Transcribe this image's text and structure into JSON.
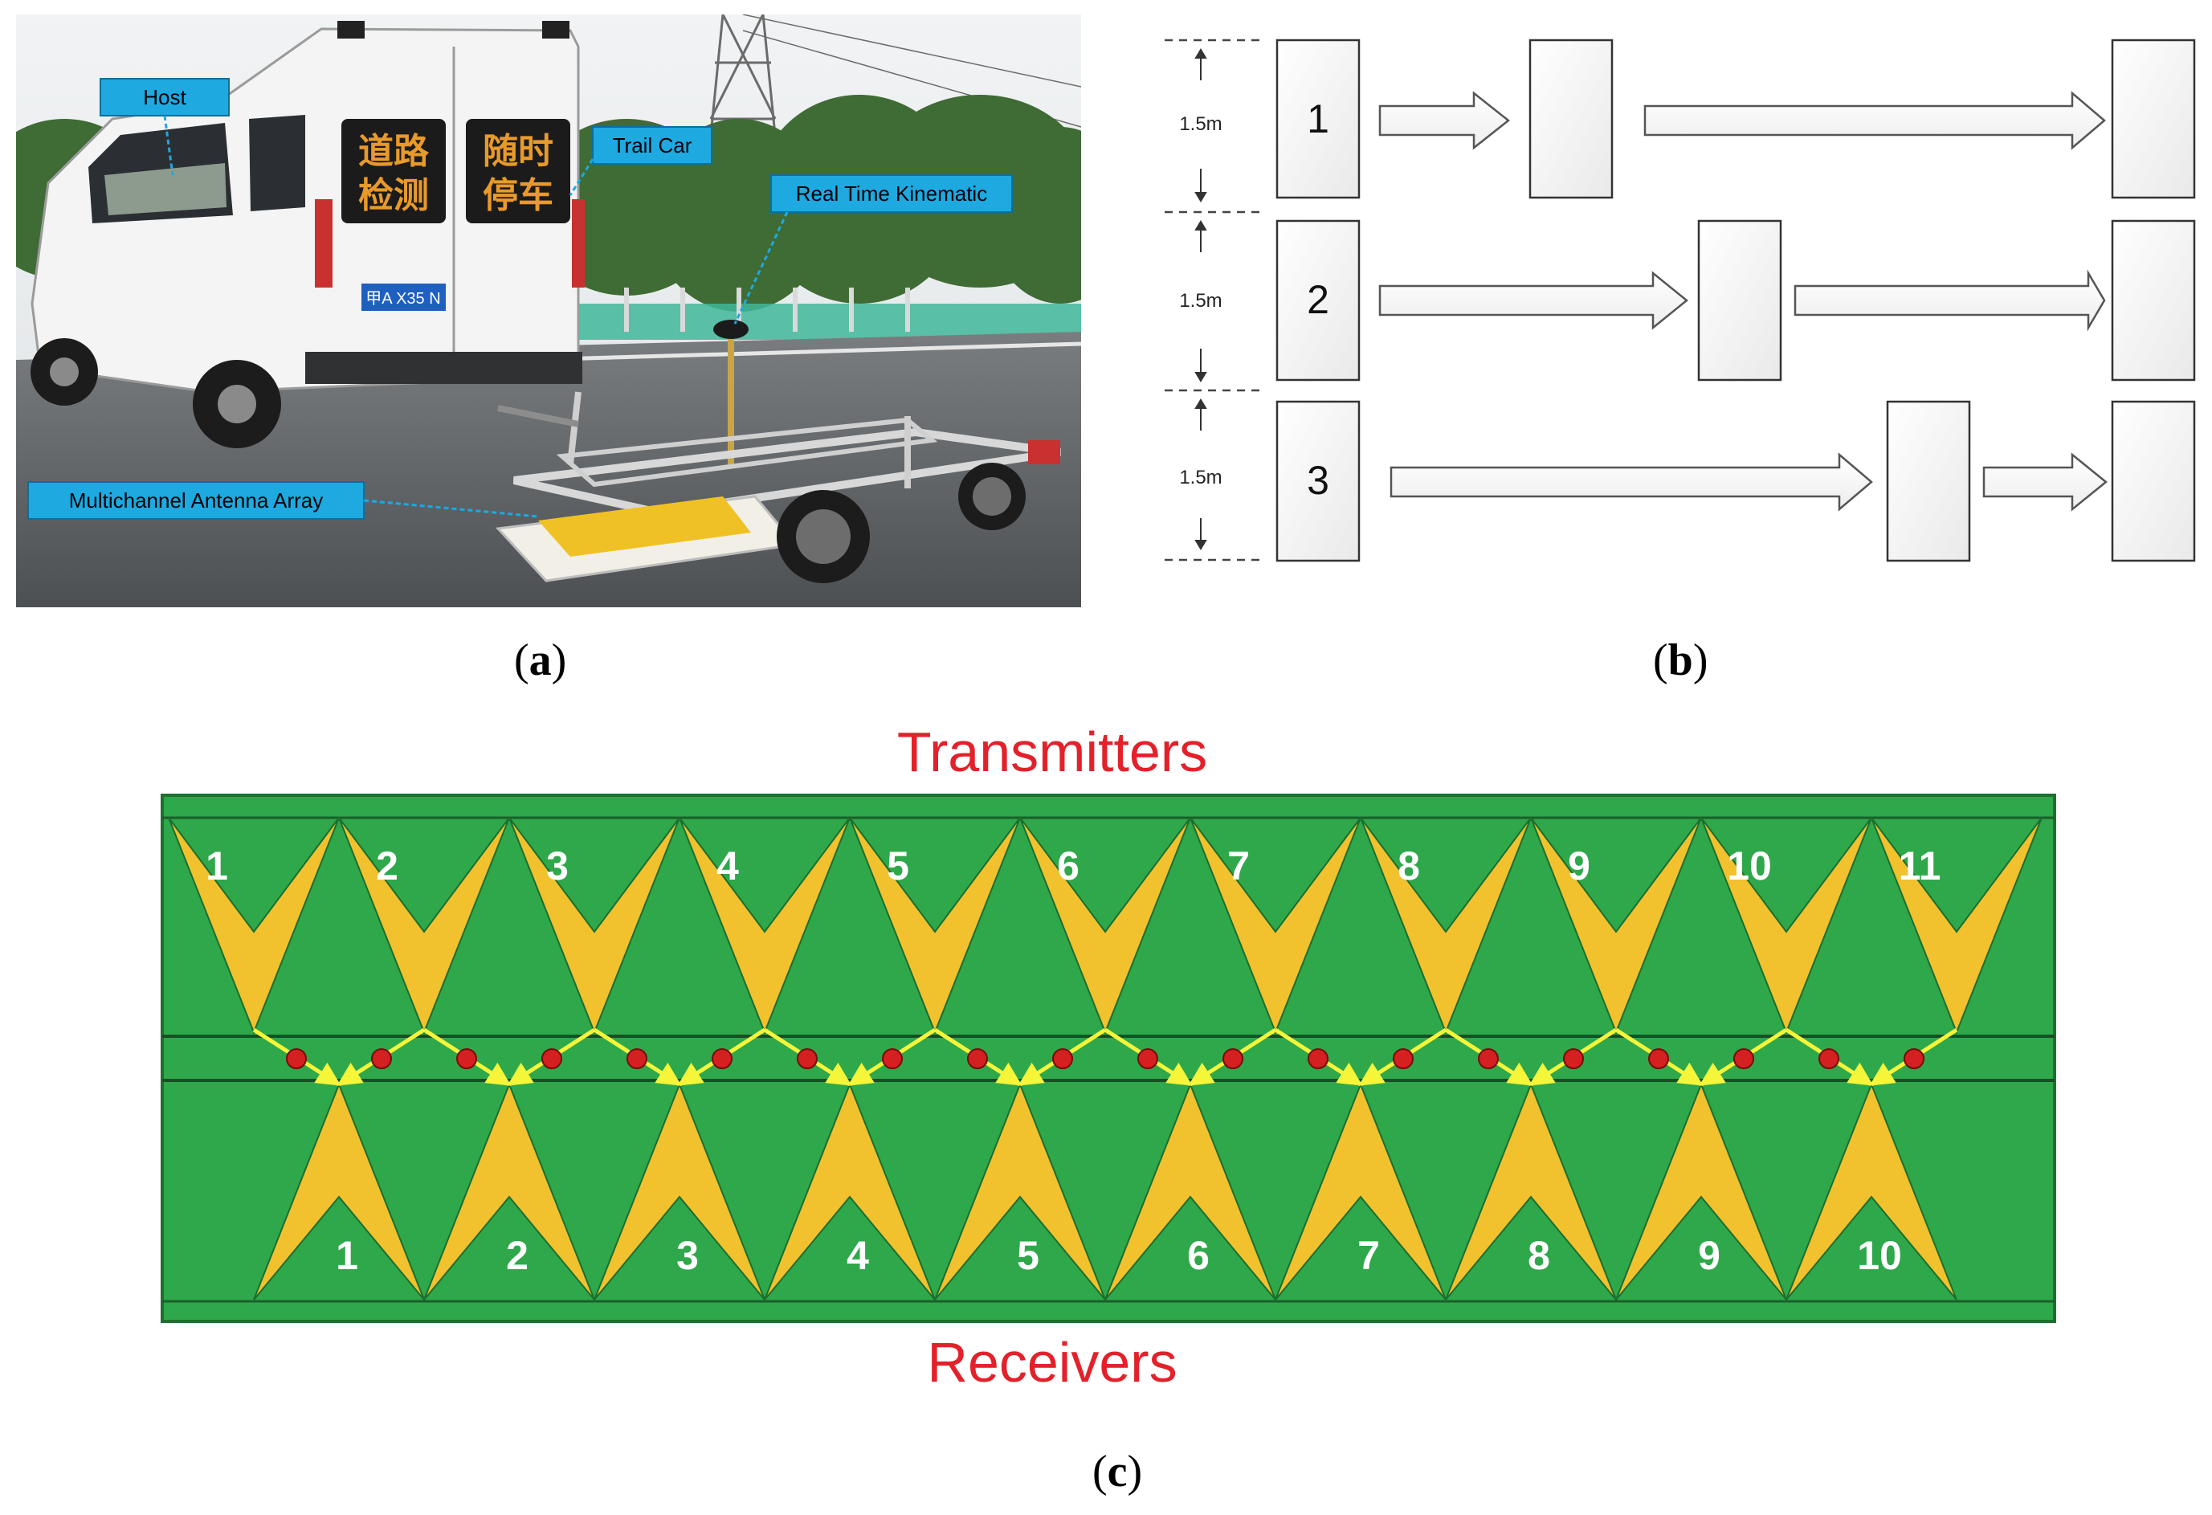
{
  "panel_a": {
    "label_letter": "a",
    "callouts": {
      "host": "Host",
      "trail_car": "Trail Car",
      "rtk": "Real Time Kinematic",
      "antenna": "Multichannel Antenna Array"
    },
    "van_sign_left": [
      "道路",
      "检测"
    ],
    "van_sign_right": [
      "随时",
      "停车"
    ],
    "van_plate": "甲A X35 N",
    "colors": {
      "callout_bg": "#1ea9e1",
      "sky": "#e9ecef",
      "road": "#5b5e61",
      "sign_text": "#e89a2a"
    }
  },
  "panel_b": {
    "label_letter": "b",
    "rows": [
      {
        "number": "1",
        "spacing": "1.5m"
      },
      {
        "number": "2",
        "spacing": "1.5m"
      },
      {
        "number": "3",
        "spacing": "1.5m"
      }
    ]
  },
  "panel_c": {
    "label_letter": "c",
    "title_top": "Transmitters",
    "title_bottom": "Receivers",
    "transmitters": [
      "1",
      "2",
      "3",
      "4",
      "5",
      "6",
      "7",
      "8",
      "9",
      "10",
      "11"
    ],
    "receivers": [
      "1",
      "2",
      "3",
      "4",
      "5",
      "6",
      "7",
      "8",
      "9",
      "10"
    ],
    "colors": {
      "board": "#2ea84a",
      "antenna": "#f2c12e",
      "title": "#e3212b",
      "arrow": "#f5f53a",
      "node": "#d42020"
    }
  }
}
